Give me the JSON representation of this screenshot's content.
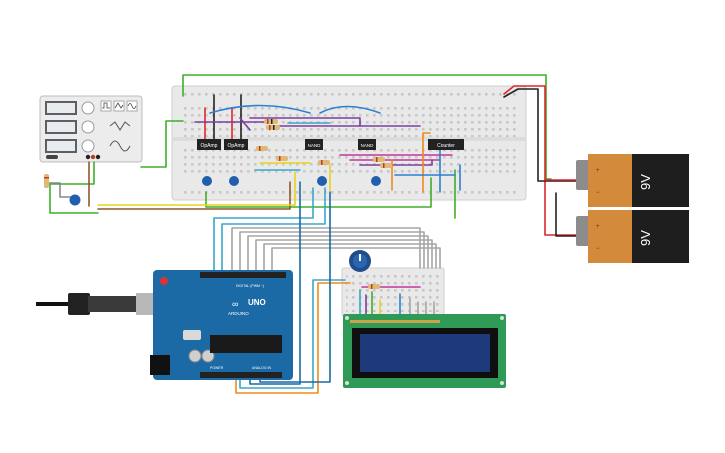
{
  "function_generator": {
    "display_rows": 3,
    "waveforms": [
      "square",
      "triangle",
      "sine"
    ]
  },
  "breadboard_main": {
    "chips": [
      {
        "label": "OpAmp"
      },
      {
        "label": "OpAmp"
      },
      {
        "label": "NAND"
      },
      {
        "label": "NAND"
      },
      {
        "label": "Counter"
      }
    ]
  },
  "batteries": [
    {
      "label": "9V"
    },
    {
      "label": "9V"
    }
  ],
  "arduino": {
    "brand": "ARDUINO",
    "model": "UNO",
    "digital_label": "DIGITAL (PWM ~)",
    "power_label": "POWER",
    "analog_label": "ANALOG IN"
  },
  "lcd": {
    "size": "16x2",
    "backlight_color": "#1f3a7a"
  },
  "colors": {
    "wire_red": "#e0262c",
    "wire_green": "#3fae2a",
    "wire_yellow": "#e8d21d",
    "wire_orange": "#f08a1c",
    "wire_purple": "#7b3fa0",
    "wire_blue": "#2f7fd0",
    "wire_cyan": "#3aa7c7",
    "wire_black": "#222222",
    "wire_gray": "#a5a5a5",
    "wire_brown": "#8a5a2b",
    "arduino_blue": "#1b6aa5",
    "battery_orange": "#d38a3a",
    "lcd_green": "#2f9a55"
  }
}
